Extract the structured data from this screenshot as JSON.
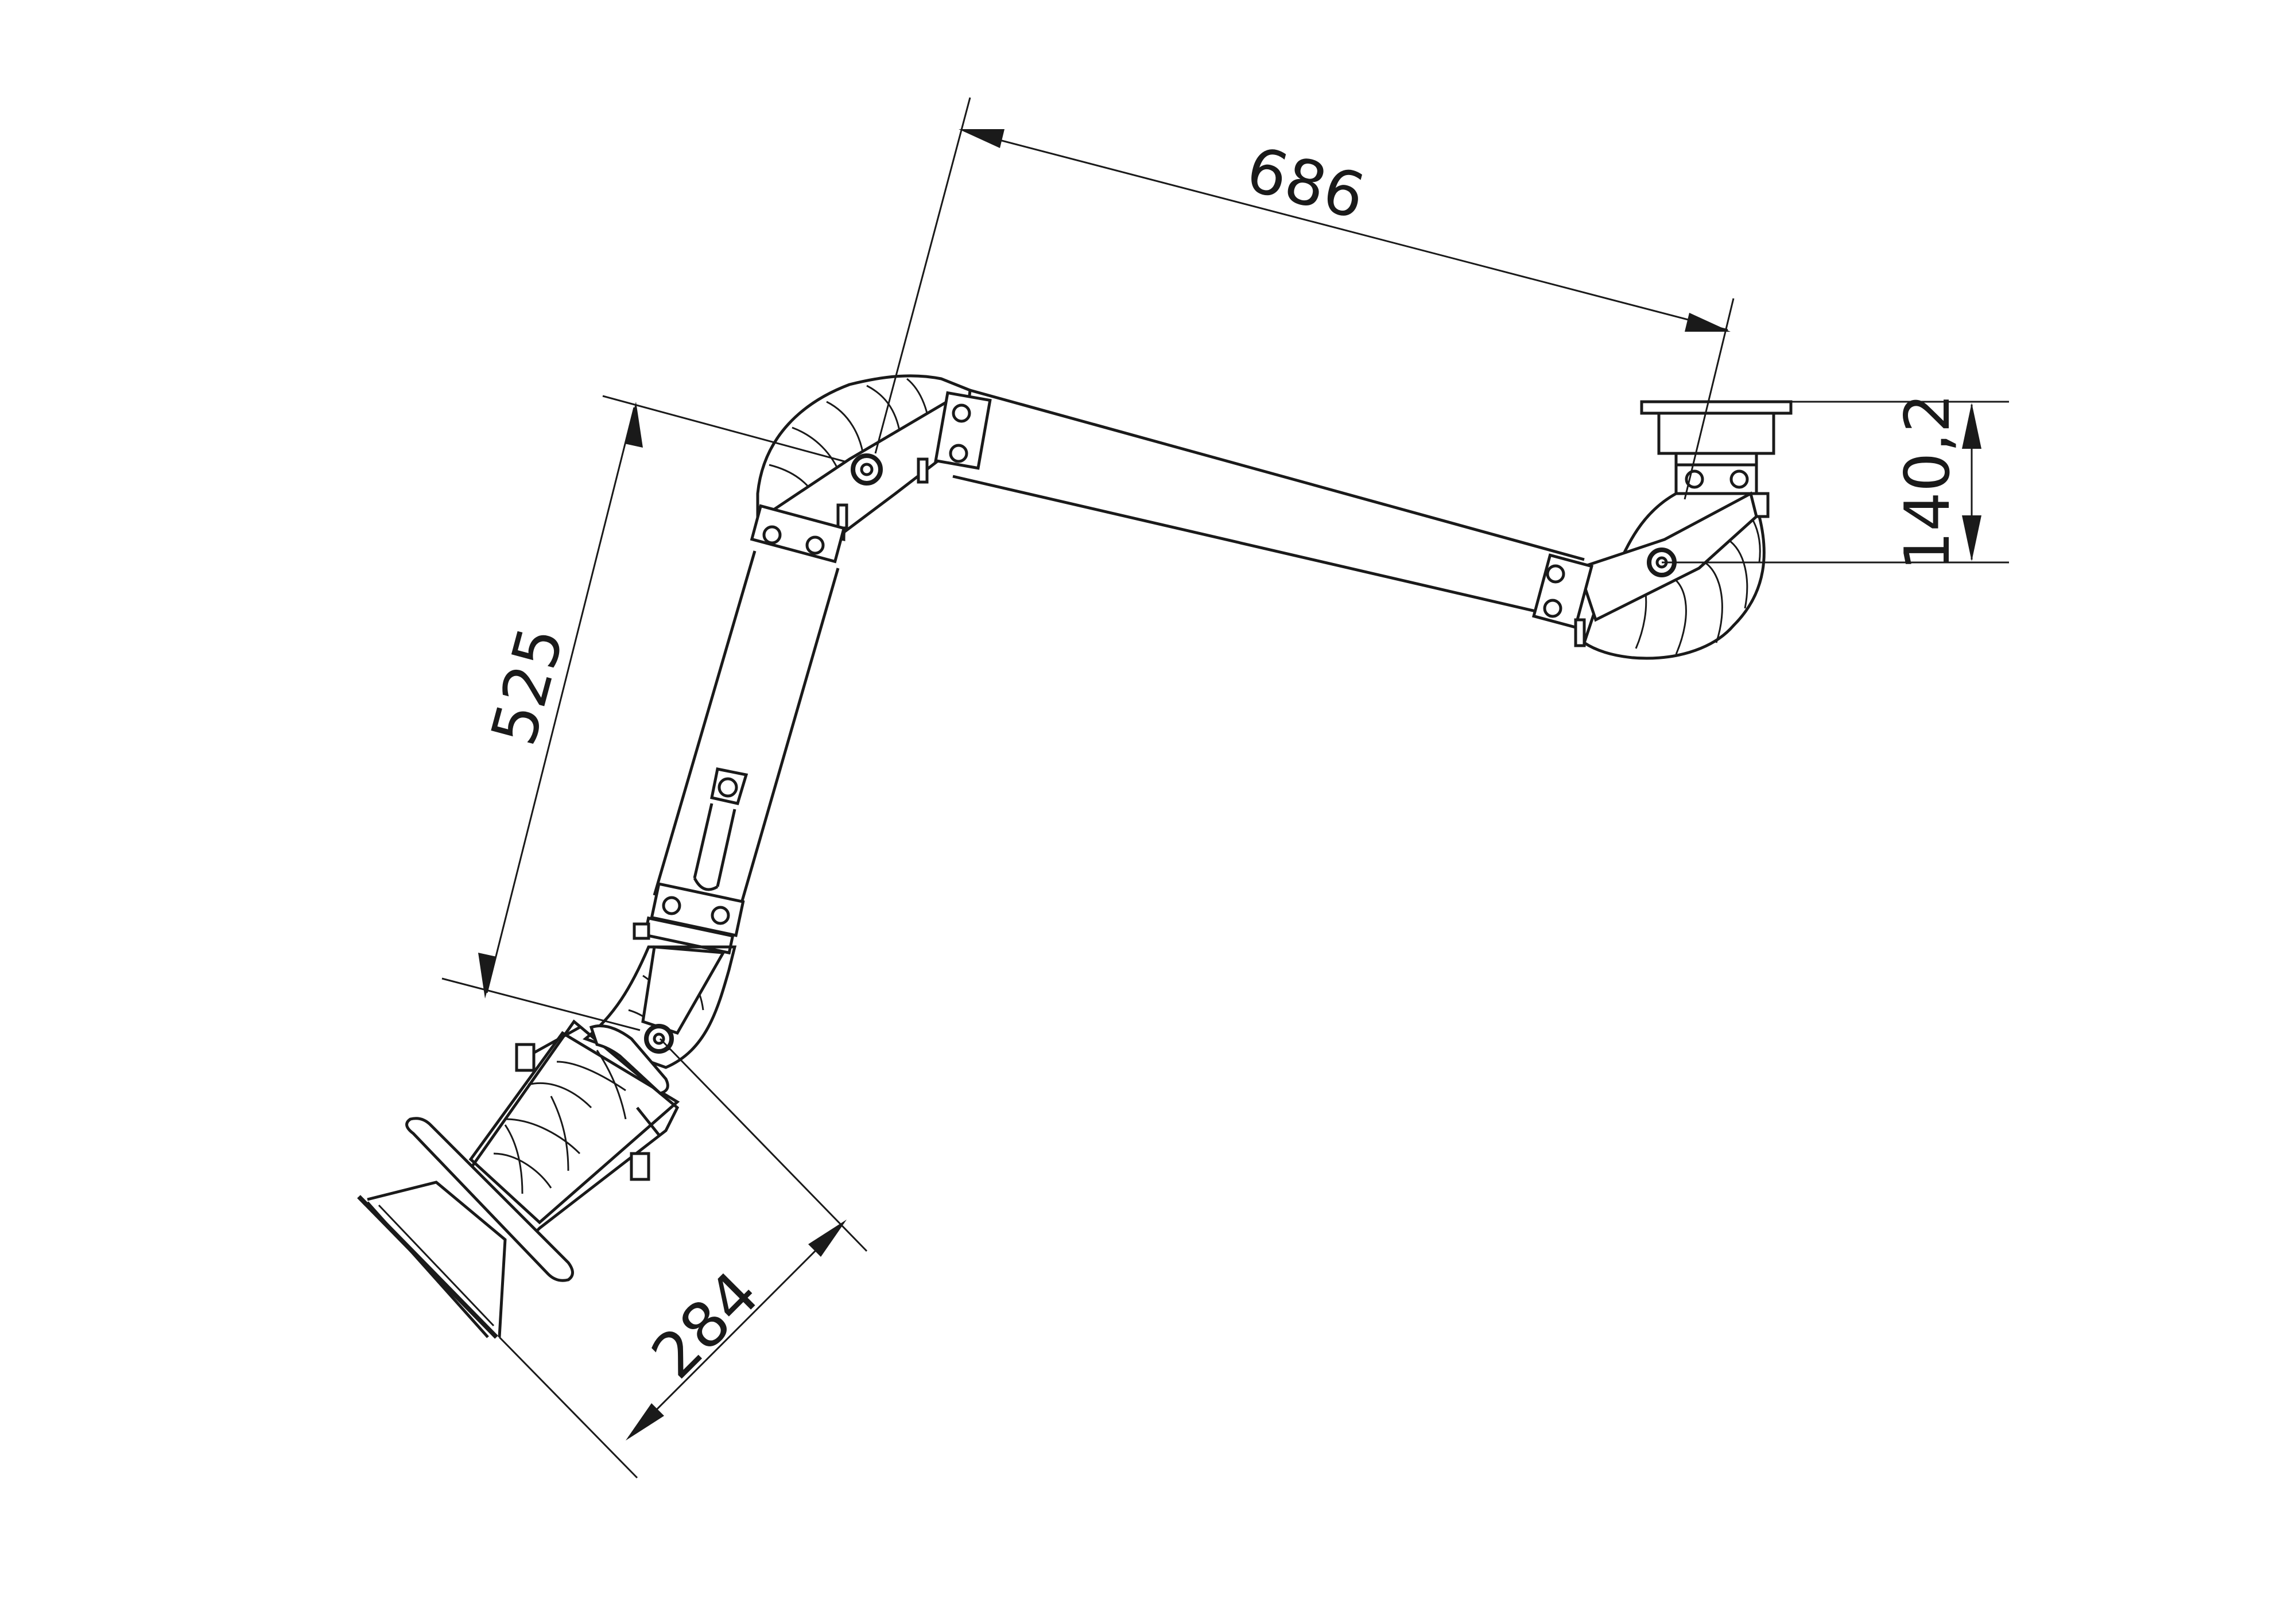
{
  "dimensions": {
    "upper_arm": "686",
    "lower_arm": "525",
    "hood": "284",
    "mount_height": "140,2"
  },
  "colors": {
    "line": "#1a1a1a",
    "background": "#ffffff"
  }
}
